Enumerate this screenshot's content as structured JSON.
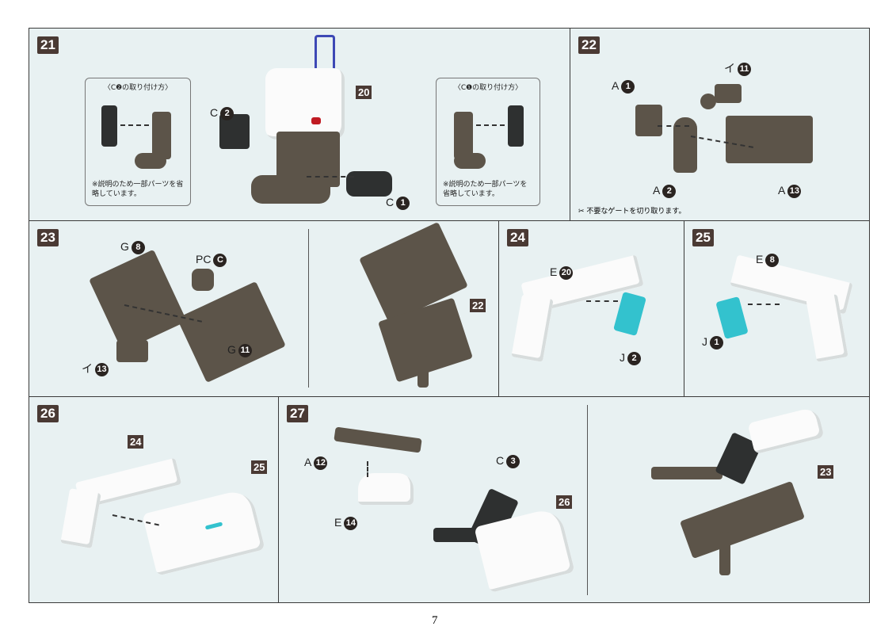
{
  "page_number": "7",
  "steps": {
    "s21": {
      "num": "21",
      "ref": "20",
      "left_note_title": "〈C❷の取り付け方〉",
      "right_note_title": "〈C❶の取り付け方〉",
      "note_text": "※説明のため一部パーツを省略しています。",
      "labels": [
        {
          "letter": "C",
          "num": "2"
        },
        {
          "letter": "C",
          "num": "1"
        }
      ]
    },
    "s22": {
      "num": "22",
      "labels": [
        {
          "letter": "A",
          "num": "1"
        },
        {
          "letter": "イ",
          "num": "11"
        },
        {
          "letter": "A",
          "num": "2"
        },
        {
          "letter": "A",
          "num": "13"
        }
      ],
      "gate_note": "不要なゲートを切り取ります。"
    },
    "s23": {
      "num": "23",
      "ref": "22",
      "labels": [
        {
          "letter": "G",
          "num": "8"
        },
        {
          "letter": "PC",
          "num": "C"
        },
        {
          "letter": "G",
          "num": "11"
        },
        {
          "letter": "イ",
          "num": "13"
        }
      ]
    },
    "s24": {
      "num": "24",
      "labels": [
        {
          "letter": "E",
          "num": "20"
        },
        {
          "letter": "J",
          "num": "2"
        }
      ]
    },
    "s25": {
      "num": "25",
      "labels": [
        {
          "letter": "E",
          "num": "8"
        },
        {
          "letter": "J",
          "num": "1"
        }
      ]
    },
    "s26": {
      "num": "26",
      "refs": [
        "24",
        "25"
      ]
    },
    "s27": {
      "num": "27",
      "refs": [
        "26",
        "23"
      ],
      "labels": [
        {
          "letter": "A",
          "num": "12"
        },
        {
          "letter": "C",
          "num": "3"
        },
        {
          "letter": "E",
          "num": "14"
        }
      ]
    }
  }
}
